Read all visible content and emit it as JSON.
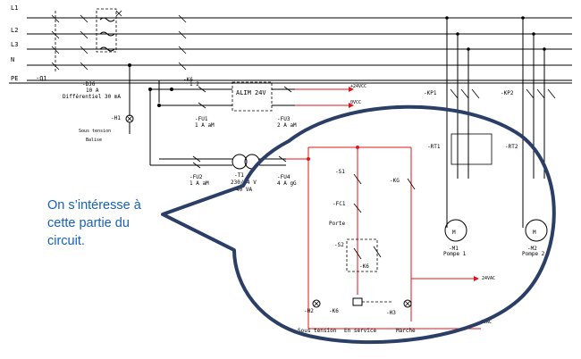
{
  "lines": [
    "L1",
    "L2",
    "L3",
    "N",
    "PE"
  ],
  "labels": {
    "q1": "-Q1",
    "qd": "-DJ6",
    "qd_rating": "10 A",
    "qd_desc": "Différentiel 30 mA",
    "k6": "-K6",
    "h1": "-H1",
    "h1_desc1": "Sous tension",
    "h1_desc2": "Balise",
    "fu1": "-FU1",
    "fu1_rating": "1 A aM",
    "fu2": "-FU2",
    "fu2_rating": "1 A aM",
    "fu3": "-FU3",
    "fu3_rating": "2 A aM",
    "fu4": "-FU4",
    "fu4_rating": "4 A gG",
    "t1": "-T1",
    "t1_desc": "230/24 V",
    "t1_va": "40 VA",
    "alim": "ALIM",
    "alim_v": "24V",
    "v24dc": "+24VCC",
    "v0dc": "0VCC",
    "kp1": "-KP1",
    "kp2": "-KP2",
    "rt1": "-RT1",
    "rt2": "-RT2",
    "m1": "-M1",
    "m1_desc": "Pompe 1",
    "m2": "-M2",
    "m2_desc": "Pompe 2",
    "s1": "-S1",
    "s2": "-S2",
    "fc1": "-FC1",
    "fc1_desc": "Porte",
    "kg": "-KG",
    "k6b": "-K6",
    "h2": "-H2",
    "h3": "-H3",
    "h2_desc": "Sous tension",
    "h2_desc2": "En service",
    "h3_desc": "Marche",
    "out24": "24VAC",
    "out0": "0VAC"
  },
  "callout": {
    "line1": "On s’intéresse à",
    "line2": "cette partie du",
    "line3": "circuit."
  },
  "colors": {
    "wire": "#000000",
    "highlight": "#e0141b",
    "bubble": "#2b3f66",
    "callout_text": "#1560bd"
  }
}
